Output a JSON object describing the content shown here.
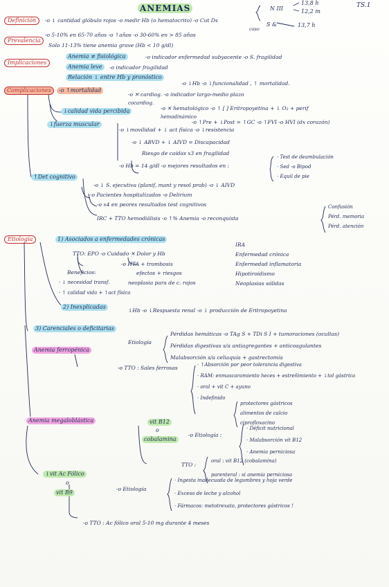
{
  "page": {
    "title": "ANEMIAS",
    "page_number": "TS.1"
  },
  "sections": {
    "definicion": {
      "tag": "Definición",
      "text": "-o ↓ cantidad glóbulo rojos -o medir Hb (o hematocrito) -o Cut Ds",
      "values": {
        "top": "13,8 h",
        "mid": "12,2 m",
        "bot": "13,7 h"
      },
      "notes": {
        "n3": "N III",
        "sx": "S &",
        "caso": "caso"
      }
    },
    "prevalencia": {
      "tag": "Prevalencia",
      "line1": "-o 5-10% en 65-70 años -o ↑años -o 30-60% en > 85 años",
      "line2": "Solo 11-13% tiene anemia grave (Hb < 10 g/dl)"
    },
    "implicaciones": {
      "tag": "Implicaciones",
      "line1_hl": "Anemia ≠ fisiológica",
      "line1_rest": "-o indicador enfermedad subyacente -o S. fragilidad",
      "line2_hl": "Anemia leve",
      "line2_rest": "-o indicador fragilidad",
      "line3_hl": "Relación ↓ entre Hb y pronóstico",
      "line3_rest": "-o ↓Hb -o ↓funcionalidad , ↑ mortalidad."
    },
    "complicaciones": {
      "tag": "Complicaciones",
      "mortalidad": "-o ↑mortalidad",
      "card1": "-o ✕ cardiog. -o indicador largo-medio plazo",
      "card2": "cocardiog.",
      "hema1": "-o ✕ hematológico -o ↑ [ ] Eritropoyetina + ↓ O₂ + perif",
      "hema2": "hemodinámico",
      "hemo": "-o ↑Pre + ↓Post = ↑GC -o ↑FVI -o HVI (dx corazón)",
      "calidad": "↓calidad vida percibida",
      "fuerza": "↓fuerza muscular",
      "fuerza1": "-o ↓movilidad + ↓ act física -o ↓resistencia",
      "fuerza2": "-o ↓ ABVD + ↓ AIVD = Discapacidad",
      "fuerza3": "Riesgo de caídas x3 en fragilidad",
      "fuerza4": "-o Hb = 14 g/dl -o mejores resultados en :",
      "tests": [
        "· Test de deambulación",
        "· Sed -o Bipod",
        "· Equil de pie"
      ],
      "cog": "↑Det cognitivo",
      "cog1": "-o ↓ S. ejecutiva (planif, mant y resol prob) -o ↓ AIVD",
      "cog2": "-o Pacientes hospitalizados -o Delirium",
      "cog3": "-o x4 en peores resultados test cognitivos",
      "cog4": "IRC + TTO hemodiálisis -o ↑% Anemia -o reconquista",
      "confu": [
        "Confusión",
        "Pérd. memoria",
        "Pérd. atención"
      ]
    },
    "etiologia": {
      "tag": "Etiología",
      "asociados": "1) Asociados a enfermedades crónicas",
      "asoc_list": [
        "IRA",
        "Enfermedad crónica",
        "Enfermedad inflamatoria",
        "Hipotiroidismo",
        "Neoplasias sólidas"
      ],
      "tto": "TTO: EPO -o Cuidado ✕ Dolor y Hb",
      "tto2": "-o HTA + trombosis",
      "tto3": "efectos + riesgos",
      "benef": "Beneficios:",
      "benef2": "neoplasia para de c. rojos",
      "benef_list": [
        "· ↓ necesidad transf.",
        "· ↑ calidad vida + ↑act física"
      ],
      "inexplicada": "2) Inexplicadas",
      "inexplicada_rest": "↓Hb -o ↓Respuesta renal -o ↓ producción de Eritropoyetina",
      "carenciales": "3) Carenciales o deficitarias",
      "ferro": "Anemia ferropénica",
      "etio_ferro": "Etiología",
      "ferro_l1": "Pérdidas hemáticas -o TAg S + TDi S I + tumoraciones (ocultas)",
      "ferro_l2": "Pérdidas digestivas s/a antiagregantes + anticoagulantes",
      "ferro_l3": "Malabsorción s/a celiaquía + gastrectomía",
      "tto_ferro": "-o TTO : Sales ferrosas",
      "tto_ferro_list": [
        "· ↑Absorción por peor tolerancia digestiva",
        "· RAM: enmascaramiento heces + estreñimiento + ↓tol gástrica",
        "· oral + vit C + ayuno",
        "· Indefinido"
      ],
      "indef_list": [
        "protectores gástricos",
        "alimentos de calcio",
        "ciprofloxacino"
      ],
      "megalo": "Anemia megaloblástica",
      "b12_1": "vit B12",
      "b12_2": "o",
      "b12_3": "cobalamina",
      "etio_b12": "-o Etiología :",
      "b12_list": [
        "· Déficit nutricional",
        "· Malabsorción vit B12",
        "· Anemia perniciosa"
      ],
      "tto_b12": "TTO :",
      "tto_b12_1": "oral : vit B12 (cobalamina)",
      "tto_b12_2": "parenteral : si anemia perniciosa",
      "fol1": "↓vit Ac Fólico",
      "fol2": "o",
      "fol3": "vit B9",
      "etio_fol": "-o Etiología",
      "fol_list": [
        "· Ingesta inadecuada de legumbres y hoja verde",
        "· Exceso de leche y alcohol",
        "· Fármacos: metotrexato, protectores gástricos !"
      ],
      "tto_fol": "-o TTO : Ac fólico oral 5-10 mg durante 4 meses"
    }
  }
}
